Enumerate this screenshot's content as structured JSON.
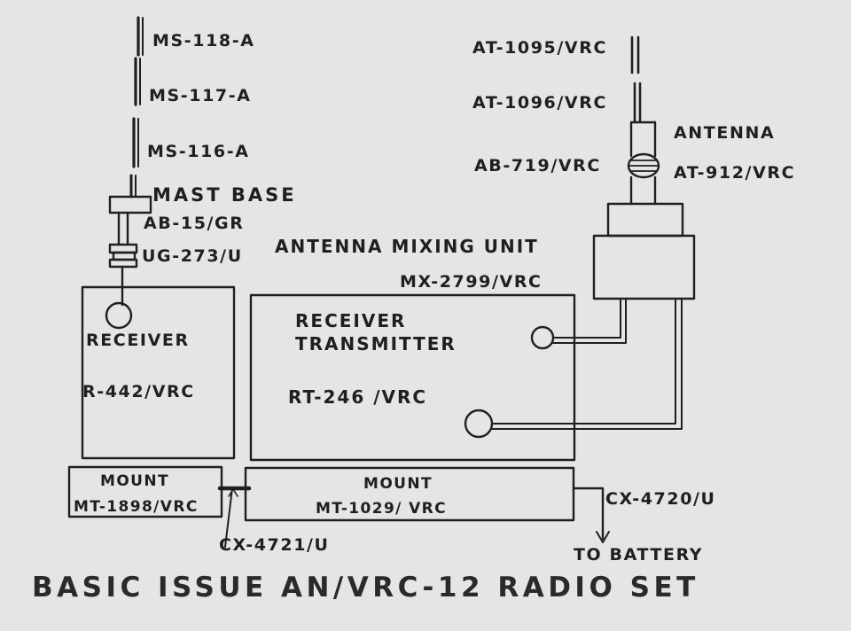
{
  "title": "BASIC ISSUE AN/VRC-12 RADIO SET",
  "left_antenna": {
    "sections": [
      "MS-118-A",
      "MS-117-A",
      "MS-116-A"
    ],
    "mast_base": "MAST BASE",
    "mast_base_part": "AB-15/GR",
    "connector": "UG-273/U"
  },
  "right_antenna": {
    "sections": [
      "AT-1095/VRC",
      "AT-1096/VRC"
    ],
    "spring": "AB-719/VRC",
    "antenna_label": "ANTENNA",
    "antenna_part": "AT-912/VRC"
  },
  "mixing_unit": {
    "name": "ANTENNA MIXING UNIT",
    "part": "MX-2799/VRC"
  },
  "receiver": {
    "name": "RECEIVER",
    "part": "R-442/VRC"
  },
  "receiver_transmitter": {
    "line1": "RECEIVER",
    "line2": "TRANSMITTER",
    "part": "RT-246 /VRC"
  },
  "mount_left": {
    "name": "MOUNT",
    "part": "MT-1898/VRC"
  },
  "mount_right": {
    "name": "MOUNT",
    "part": "MT-1029/ VRC"
  },
  "cables": {
    "interconnect": "CX-4721/U",
    "power": "CX-4720/U",
    "battery": "TO BATTERY"
  },
  "colors": {
    "ink": "#1f1f1f",
    "paper": "#e4e6e3"
  }
}
